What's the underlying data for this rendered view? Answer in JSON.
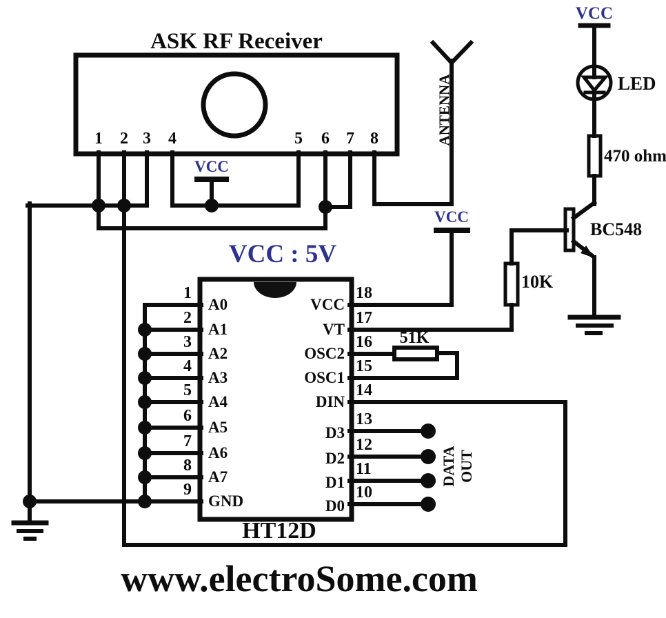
{
  "colors": {
    "ink": "#0d0d0d",
    "blue": "#2e3192",
    "background": "#ffffff"
  },
  "receiver": {
    "title": "ASK RF Receiver",
    "pin_numbers": [
      "1",
      "2",
      "3",
      "4",
      "5",
      "6",
      "7",
      "8"
    ]
  },
  "power": {
    "vcc_receiver": "VCC",
    "vcc_decoder": "VCC",
    "vcc_led": "VCC",
    "supply_note": "VCC : 5V"
  },
  "antenna": {
    "label": "ANTENNA"
  },
  "led": {
    "label": "LED"
  },
  "resistors": {
    "r_led": "470 ohm",
    "r_base": "10K",
    "r_osc": "51K"
  },
  "transistor": {
    "label": "BC548"
  },
  "decoder": {
    "name": "HT12D",
    "left_pins": [
      {
        "num": "1",
        "label": "A0"
      },
      {
        "num": "2",
        "label": "A1"
      },
      {
        "num": "3",
        "label": "A2"
      },
      {
        "num": "4",
        "label": "A3"
      },
      {
        "num": "5",
        "label": "A4"
      },
      {
        "num": "6",
        "label": "A5"
      },
      {
        "num": "7",
        "label": "A6"
      },
      {
        "num": "8",
        "label": "A7"
      },
      {
        "num": "9",
        "label": "GND"
      }
    ],
    "right_pins": [
      {
        "num": "18",
        "label": "VCC"
      },
      {
        "num": "17",
        "label": "VT"
      },
      {
        "num": "16",
        "label": "OSC2"
      },
      {
        "num": "15",
        "label": "OSC1"
      },
      {
        "num": "14",
        "label": "DIN"
      },
      {
        "num": "13",
        "label": "D3"
      },
      {
        "num": "12",
        "label": "D2"
      },
      {
        "num": "11",
        "label": "D1"
      },
      {
        "num": "10",
        "label": "D0"
      }
    ]
  },
  "data_out": {
    "line1": "DATA",
    "line2": "OUT"
  },
  "footer": {
    "website": "www.electroSome.com"
  }
}
